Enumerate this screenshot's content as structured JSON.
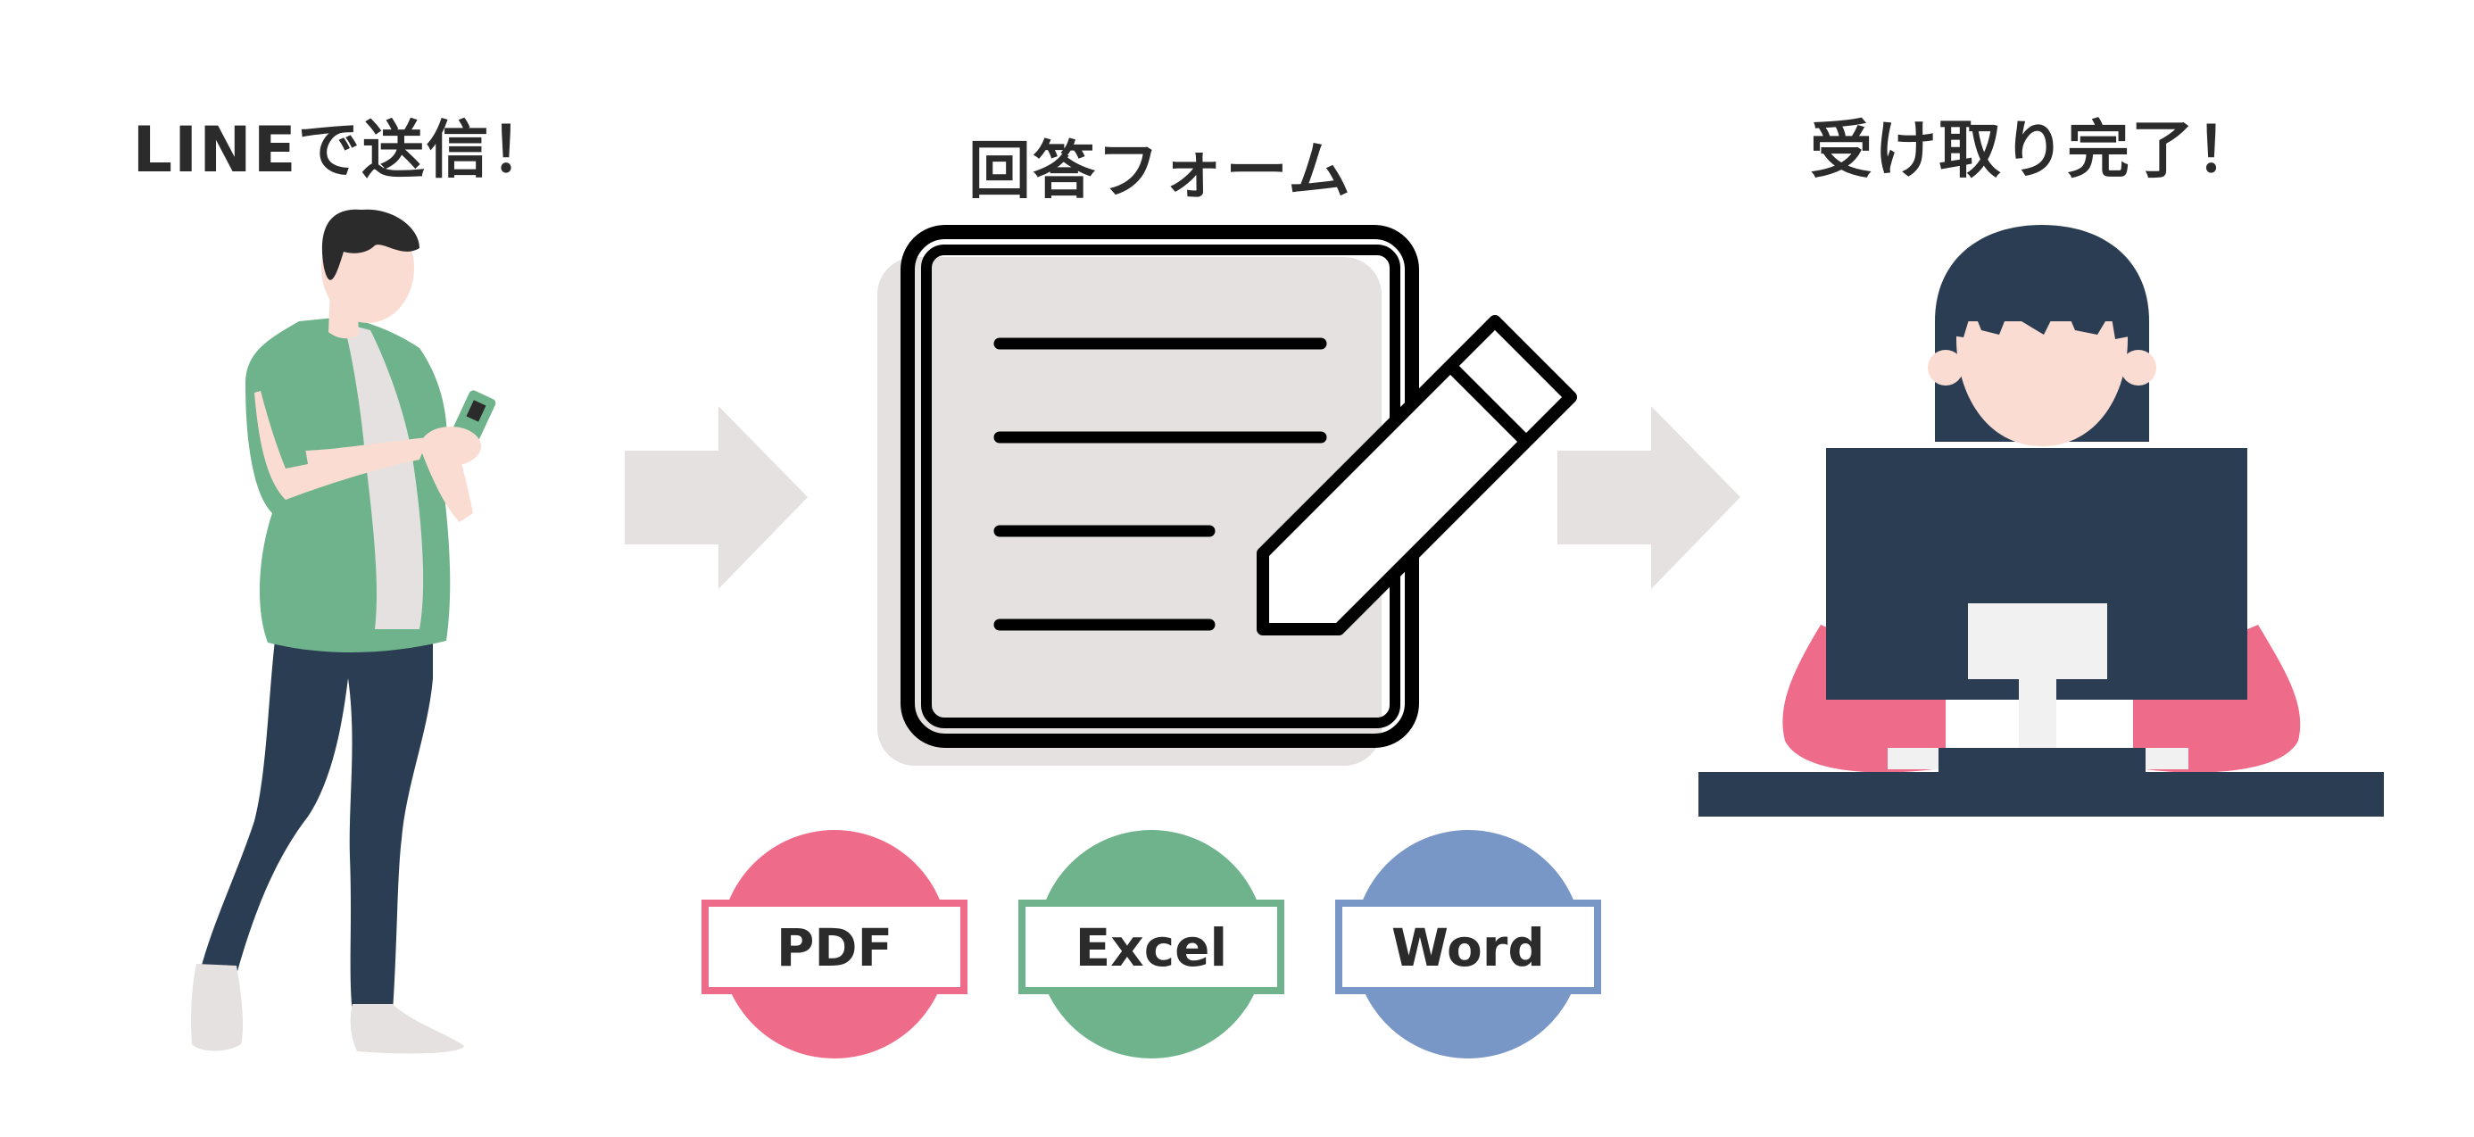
{
  "steps": [
    {
      "title": "LINEで送信！"
    },
    {
      "title": "回答フォーム"
    },
    {
      "title": "受け取り完了！"
    }
  ],
  "formats": [
    {
      "label": "PDF",
      "color": "#ef6b8a"
    },
    {
      "label": "Excel",
      "color": "#6fb38c"
    },
    {
      "label": "Word",
      "color": "#7896c6"
    }
  ],
  "colors": {
    "text": "#2b2b2b",
    "arrow": "#e6e1e1",
    "form_fill": "#e6e1e1",
    "navy": "#2a3d52",
    "shirt_green": "#6fb38c",
    "shirt_pink": "#ef6b8a",
    "skin": "#fbdcd3"
  }
}
